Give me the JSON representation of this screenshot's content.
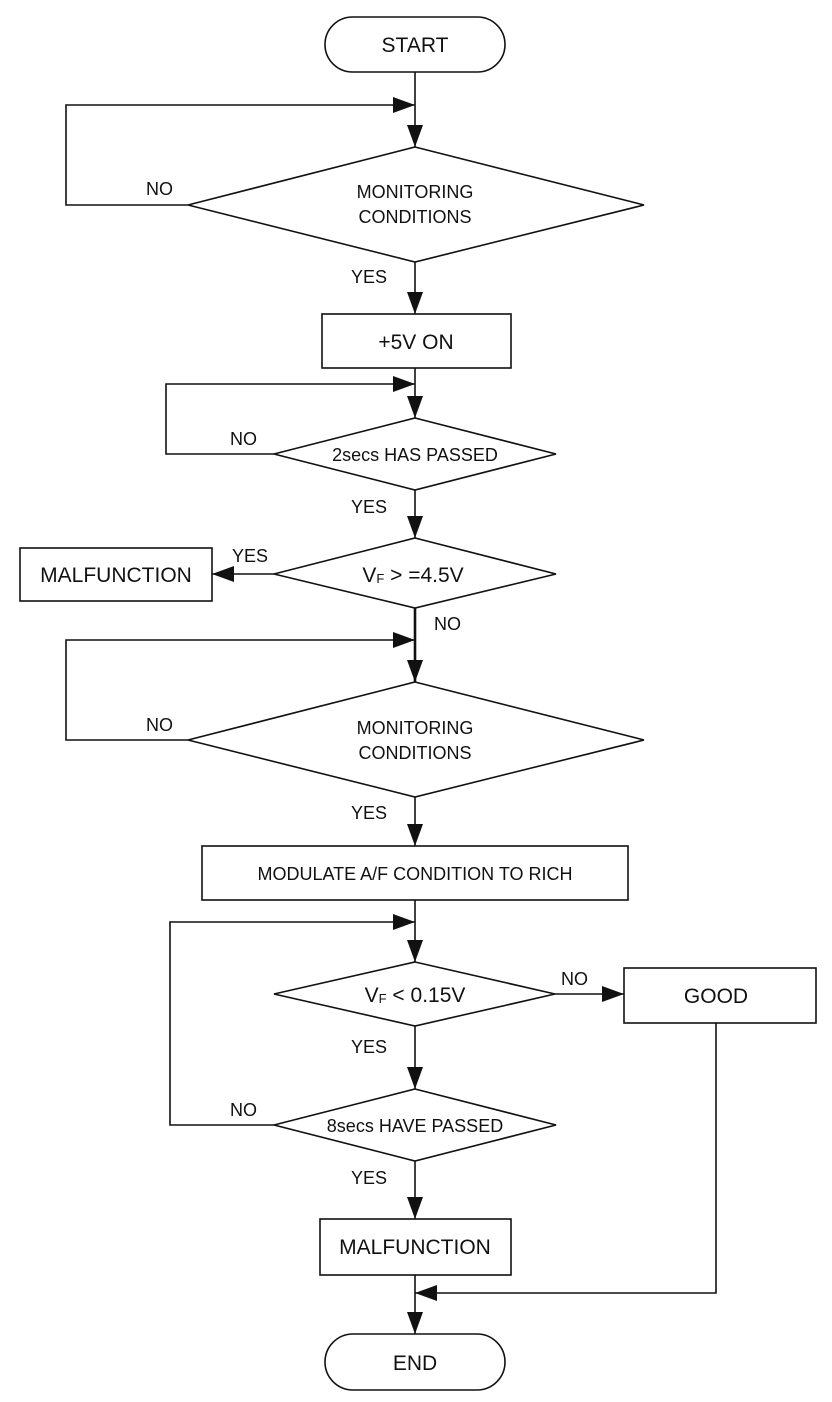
{
  "nodes": {
    "start": "START",
    "check1_line1": "MONITORING",
    "check1_line2": "CONDITIONS",
    "power_on": "+5V ON",
    "wait_2s": "2secs HAS PASSED",
    "vf_high_v": "V",
    "vf_high_sub": "F",
    "vf_high_rest": " > =4.5V",
    "malfunction_left": "MALFUNCTION",
    "check2_line1": "MONITORING",
    "check2_line2": "CONDITIONS",
    "modulate": "MODULATE A/F CONDITION TO RICH",
    "vf_low_v": "V",
    "vf_low_sub": "F",
    "vf_low_rest": " < 0.15V",
    "good": "GOOD",
    "wait_8s": "8secs HAVE PASSED",
    "malfunction_bottom": "MALFUNCTION",
    "end": "END"
  },
  "edge_labels": {
    "no_1": "NO",
    "yes_1": "YES",
    "no_2": "NO",
    "yes_2": "YES",
    "yes_3": "YES",
    "no_3": "NO",
    "no_4": "NO",
    "yes_4": "YES",
    "no_5": "NO",
    "yes_5": "YES",
    "no_6": "NO",
    "yes_6": "YES"
  }
}
